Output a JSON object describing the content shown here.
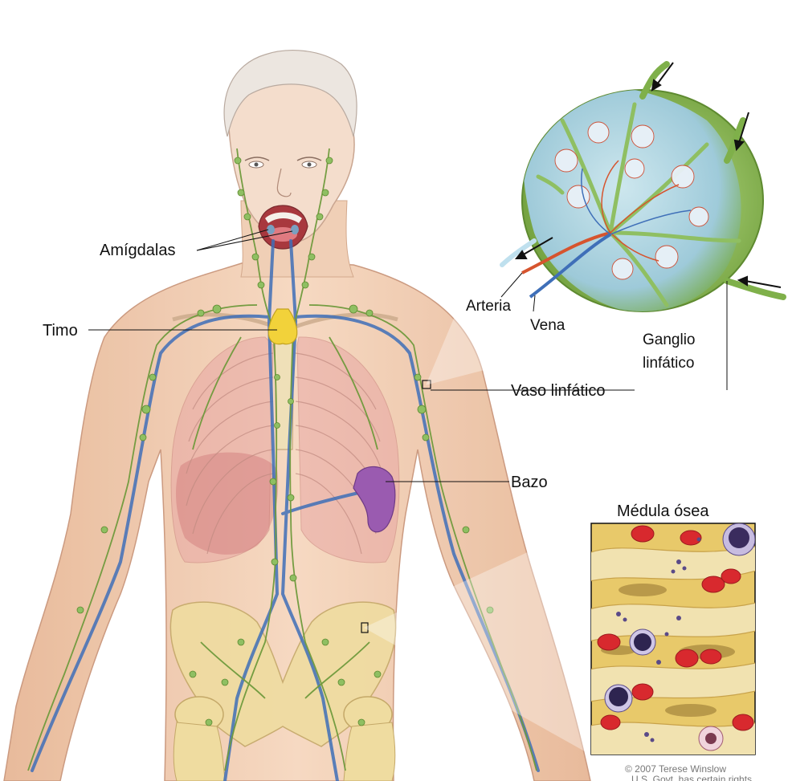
{
  "labels": {
    "tonsils": "Amígdalas",
    "thymus": "Timo",
    "artery": "Arteria",
    "vein": "Vena",
    "lymph_node_line1": "Ganglio",
    "lymph_node_line2": "linfático",
    "lymph_vessel": "Vaso linfático",
    "spleen": "Bazo",
    "bone_marrow": "Médula ósea"
  },
  "credit": {
    "line1": "© 2007 Terese Winslow",
    "line2": "U.S. Govt. has certain rights"
  },
  "colors": {
    "skin": "#f3cdb0",
    "lymph_vessel": "#6f9a3c",
    "vein": "#3f6fb8",
    "artery": "#d6542e",
    "thymus": "#f2d23a",
    "spleen": "#9a5bb0",
    "bone": "#efdca0",
    "node_green": "#8fbf62",
    "red_cell": "#d8292e"
  }
}
